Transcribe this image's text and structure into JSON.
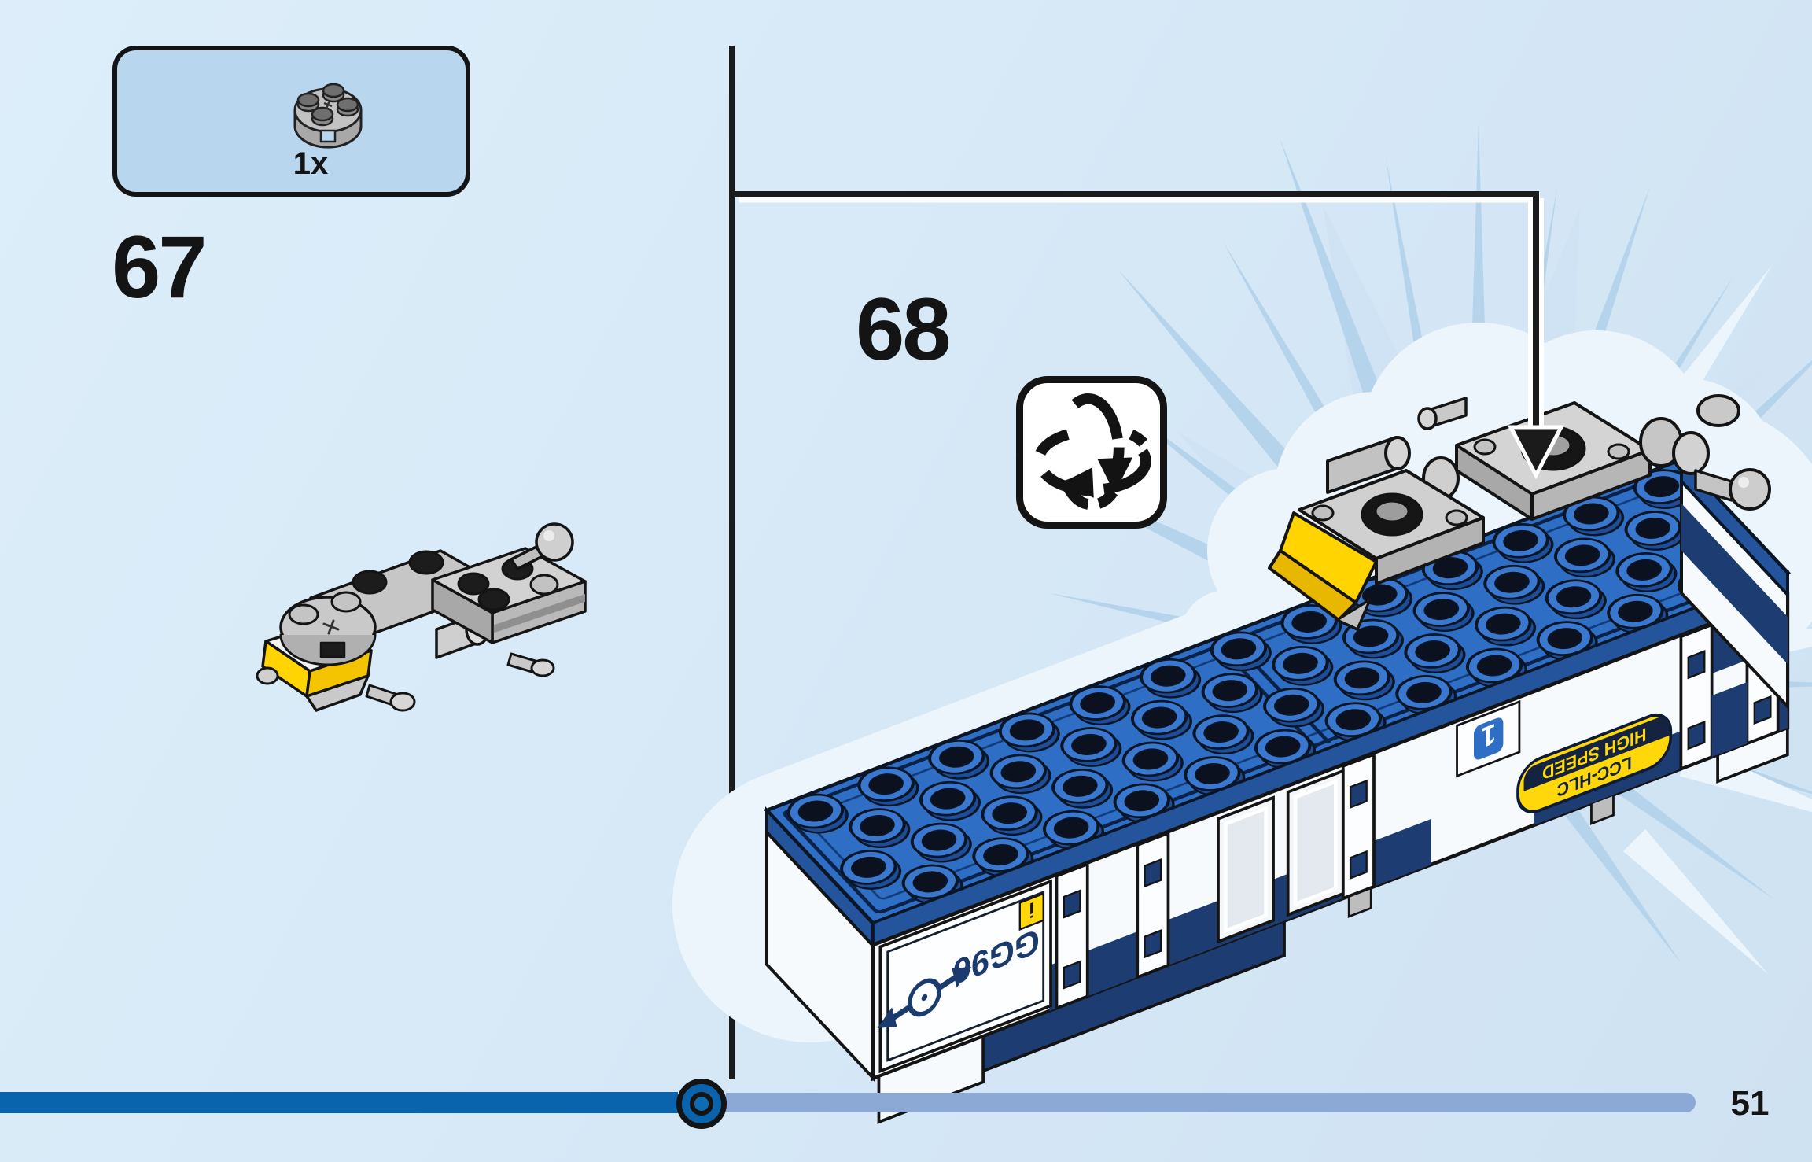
{
  "page": {
    "number": "51"
  },
  "steps": [
    {
      "number": "67"
    },
    {
      "number": "68"
    }
  ],
  "parts_callout": {
    "count": "1x",
    "part_name": "round-plate-2x2-light-gray"
  },
  "icons": {
    "rotate_model": "rotate-3d-arrows",
    "direction_sticker": "double-arrow-circle",
    "info_sticker": "i"
  },
  "model_stickers": {
    "code": "GG96",
    "info_symbol": "i",
    "class_badge": "1",
    "pill_top": "HIGH SPEED",
    "pill_bottom": "LCC-HLC"
  },
  "progress": {
    "position_fraction": 0.4,
    "left_color": "#0a64ad",
    "right_color": "#8ca8d5"
  },
  "colors": {
    "background": "#d9eaf8",
    "callout_fill": "#b9d6ef",
    "plate_blue": "#2e6ec4",
    "plate_blue_dark": "#1e4c96",
    "navy": "#1d3c72",
    "yellow": "#ffd400",
    "gray_part": "#c9c9c9",
    "outline": "#141414",
    "spike_blue": "#b5d4ec",
    "cloud": "#ecf5fc"
  }
}
